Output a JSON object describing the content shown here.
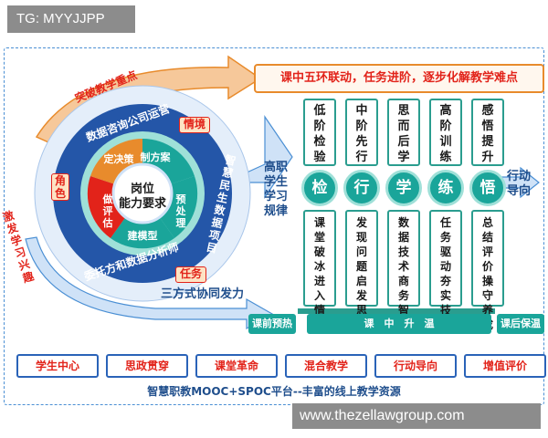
{
  "watermark": {
    "tg": "TG: MYYJJPP",
    "website": "www.thezellawgroup.com"
  },
  "banner": {
    "text": "课中五环联动，任务进阶，逐步化解教学难点"
  },
  "ring": {
    "top_arc": "突破教学重点",
    "left_arc": "激发学习兴趣",
    "bottom_arc": "三方式协同发力",
    "inner_top": "数据咨询公司运营",
    "inner_bottom": "委托方和数据分析师",
    "inner_right": "智慧民生数据项目",
    "tag_top": "情境",
    "tag_left": "角色",
    "tag_right": "任务",
    "center_title": "岗位\n能力要求",
    "wedges": [
      "定决策",
      "制方案",
      "预处理",
      "建模型",
      "做评估"
    ]
  },
  "labels": {
    "left_mid": "高职\n学生\n学习\n规律",
    "right_mid": "行动\n导向"
  },
  "stages": [
    {
      "top": "低阶检验",
      "circle": "检",
      "bottom": "课堂破冰进入情境"
    },
    {
      "top": "中阶先行",
      "circle": "行",
      "bottom": "发现问题启发思考"
    },
    {
      "top": "思而后学",
      "circle": "学",
      "bottom": "数据技术商务智能"
    },
    {
      "top": "高阶训练",
      "circle": "练",
      "bottom": "任务驱动夯实技能"
    },
    {
      "top": "感悟提升",
      "circle": "悟",
      "bottom": "总结评价操守养成"
    }
  ],
  "phases": {
    "pre": "课前预热",
    "mid": "课　中　升　温",
    "post": "课后保温"
  },
  "bottom_items": [
    "学生中心",
    "思政贯穿",
    "课堂革命",
    "混合教学",
    "行动导向",
    "增值评价"
  ],
  "platform": "智慧职教MOOC+SPOC平台--丰富的线上教学资源",
  "colors": {
    "blue": "#2a63b8",
    "teal": "#1aa59a",
    "red": "#e2231a",
    "orange": "#e88b2c"
  }
}
